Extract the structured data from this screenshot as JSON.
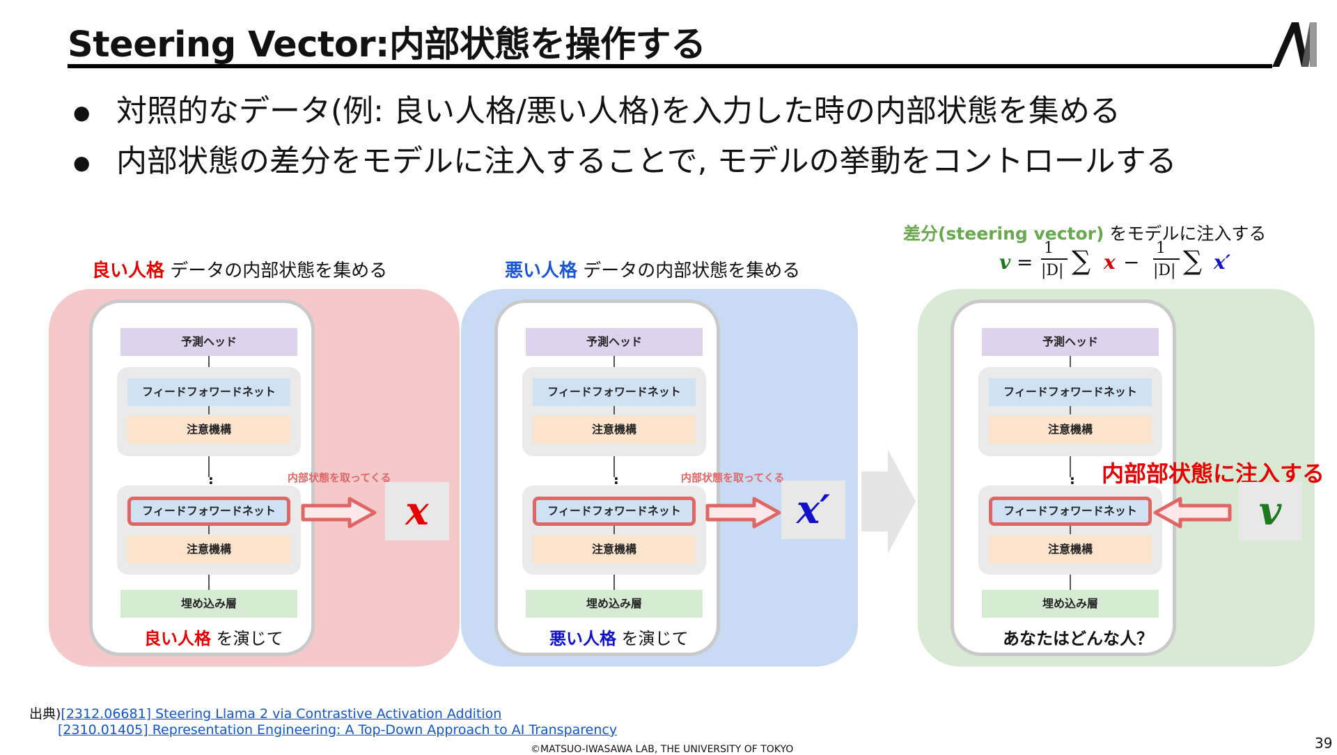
{
  "title": "Steering Vector:内部状態を操作する",
  "bullets": [
    "対照的なデータ(例: 良い人格/悪い人格)を入力した時の内部状態を集める",
    "内部状態の差分をモデルに注入することで, モデルの挙動をコントロールする"
  ],
  "model_layers": {
    "head": "予測ヘッド",
    "ff": "フィードフォワードネット",
    "att": "注意機構",
    "emb": "埋め込み層",
    "dots": "⋮"
  },
  "panel_red": {
    "label_em": "良い人格",
    "label_rest": " データの内部状態を集める",
    "caption_em": "良い人格",
    "caption_rest": " を演じて",
    "take_label": "内部状態を取ってくる",
    "vector": "x"
  },
  "panel_blue": {
    "label_em": "悪い人格",
    "label_rest": " データの内部状態を集める",
    "caption_em": "悪い人格",
    "caption_rest": " を演じて",
    "take_label": "内部状態を取ってくる",
    "vector": "x′"
  },
  "panel_green": {
    "top_em": "差分(steering vector)",
    "top_rest": " をモデルに注入する",
    "formula": {
      "lhs": "v",
      "eq": "=",
      "frac_num": "1",
      "frac_den": "|D|",
      "sum": "∑",
      "x": "x",
      "minus": "−",
      "x_prime": "x′"
    },
    "caption": "あなたはどんな人？",
    "inject_label": "内部部状態に注入する",
    "vector": "v"
  },
  "references": {
    "prefix": "出典)",
    "ref1": "[2312.06681] Steering Llama 2 via Contrastive Activation Addition",
    "ref2": "[2310.01405] Representation Engineering: A Top-Down Approach to AI Transparency"
  },
  "footer": "©MATSUO-IWASAWA LAB, THE UNIVERSITY OF TOKYO",
  "page_number": "39",
  "colors": {
    "red": "#e60000",
    "blue": "#1a55d6",
    "green": "#6aa84f",
    "panel_red": "#f5c9c9",
    "panel_blue": "#c8dbf5",
    "panel_green": "#d8ead3"
  }
}
